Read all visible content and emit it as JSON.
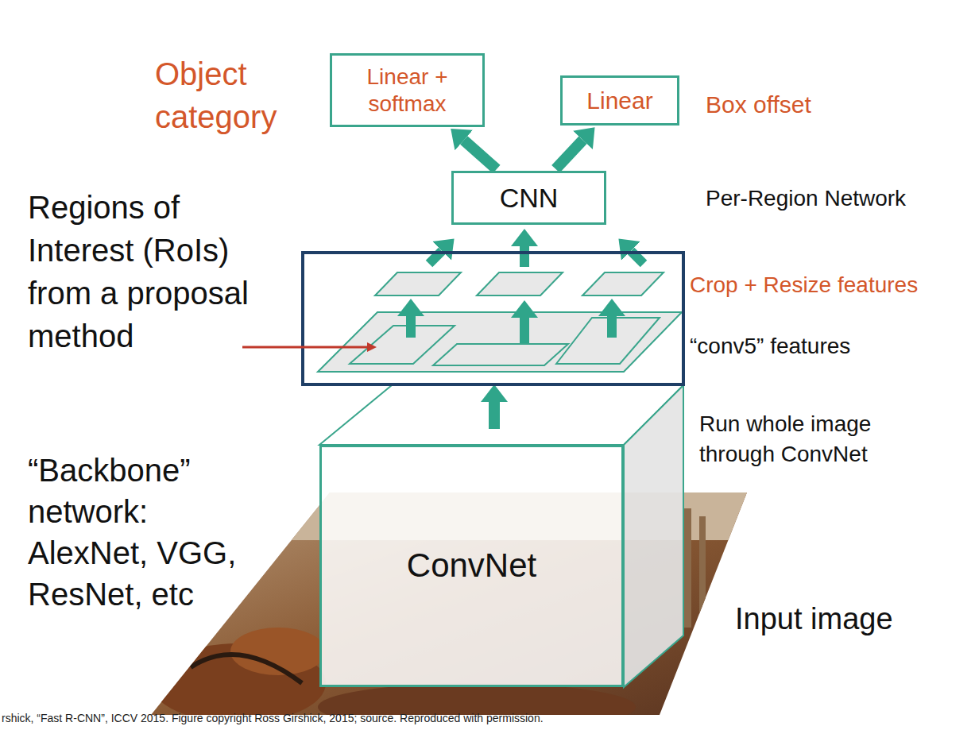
{
  "diagram": {
    "caption": "rshick, “Fast R-CNN”, ICCV 2015. Figure copyright Ross Girshick, 2015; source. Reproduced with permission.",
    "nodes": [
      {
        "text": [
          "Linear + softmax"
        ]
      },
      {
        "text": [
          "Linear"
        ]
      },
      {
        "text": [
          "CNN"
        ]
      },
      {
        "text": [
          "ConvNet"
        ]
      }
    ],
    "edges": [
      {
        "from": 2,
        "to": 0,
        "arrow": "to"
      },
      {
        "from": 2,
        "to": 1,
        "arrow": "to"
      }
    ],
    "labels": [
      "Object category",
      "Box offset",
      "Per-Region Network",
      "Regions of Interest (RoIs) from a proposal method",
      "Crop + Resize features",
      "“conv5” features",
      "“Backbone” network: AlexNet, VGG, ResNet, etc",
      "Run whole image through ConvNet",
      "Input image"
    ]
  }
}
